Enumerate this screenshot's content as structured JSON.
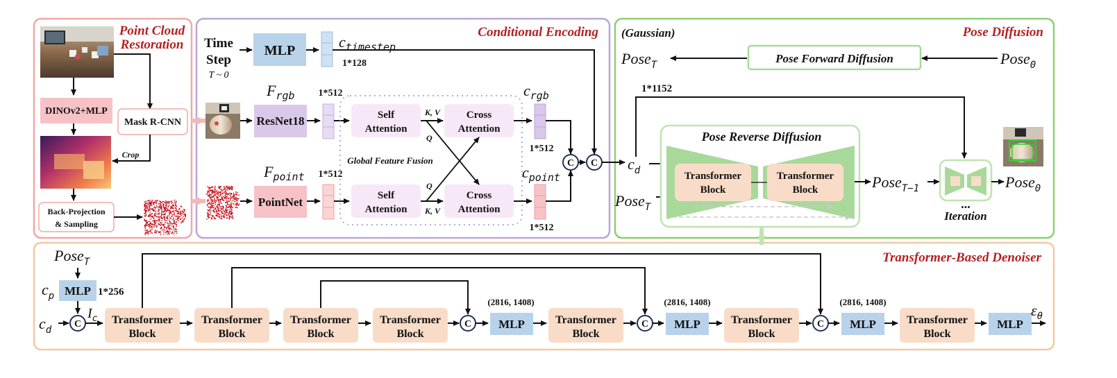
{
  "panels": {
    "restoration_title_1": "Point Cloud",
    "restoration_title_2": "Restoration",
    "encoding_title": "Conditional Encoding",
    "diffusion_title": "Pose Diffusion",
    "denoiser_title": "Transformer-Based Denoiser"
  },
  "restoration": {
    "dino": "DINOv2+MLP",
    "maskrcnn": "Mask R-CNN",
    "crop": "Crop",
    "backproj_1": "Back-Projection",
    "backproj_2": "& Sampling"
  },
  "encoding": {
    "time_1": "Time",
    "time_2": "Step",
    "time_range": "T ~ 0",
    "mlp": "MLP",
    "c_timestep_base": "c",
    "c_timestep_sub": "timestep",
    "dim_128": "1*128",
    "f_rgb_base": "F",
    "f_rgb_sub": "rgb",
    "resnet": "ResNet18",
    "dim_rgb_feat": "1*512",
    "f_point_base": "F",
    "f_point_sub": "point",
    "pointnet": "PointNet",
    "dim_point_feat": "1*512",
    "self_attn_1": "Self",
    "self_attn_2": "Attention",
    "cross_attn_1": "Cross",
    "cross_attn_2": "Attention",
    "kv": "K, V",
    "q": "Q",
    "fusion_label": "Global Feature Fusion",
    "c_rgb_base": "c",
    "c_rgb_sub": "rgb",
    "dim_c_rgb": "1*512",
    "c_point_base": "c",
    "c_point_sub": "point",
    "dim_c_point": "1*512",
    "concat": "C"
  },
  "diffusion": {
    "gaussian": "(Gaussian)",
    "pose_T_base": "Pose",
    "pose_T_sub": "T",
    "pose_0_base": "Pose",
    "pose_0_sub": "0",
    "forward": "Pose Forward Diffusion",
    "dim_1152": "1*1152",
    "reverse": "Pose Reverse Diffusion",
    "tb_1": "Transformer",
    "tb_2": "Block",
    "c_d_base": "c",
    "c_d_sub": "d",
    "pose_T1_sub": "T−1",
    "iteration": "Iteration",
    "ellipsis": "..."
  },
  "denoiser": {
    "pose_T_base": "Pose",
    "pose_T_sub": "T",
    "c_p_base": "c",
    "c_p_sub": "p",
    "mlp": "MLP",
    "dim_256": "1*256",
    "c_d_base": "c",
    "c_d_sub": "d",
    "i_c_base": "I",
    "i_c_sub": "c",
    "tb_1": "Transformer",
    "tb_2": "Block",
    "dims": "(2816, 1408)",
    "eps_base": "ε",
    "eps_sub": "θ",
    "concat": "C"
  },
  "colors": {
    "restoration_border": "#f2a7a7",
    "encoding_border": "#b9a6d6",
    "diffusion_border": "#8ccf72",
    "denoiser_border": "#f4c8a0",
    "mlp_blue": "#b8d2ea",
    "feat_purple": "#d9c8ea",
    "feat_pink": "#f6c2c6",
    "attn_pink": "#f7e8f7",
    "block_peach": "#f8dcc8",
    "pose_green": "#a9d99a",
    "title_red": "#b22222"
  }
}
